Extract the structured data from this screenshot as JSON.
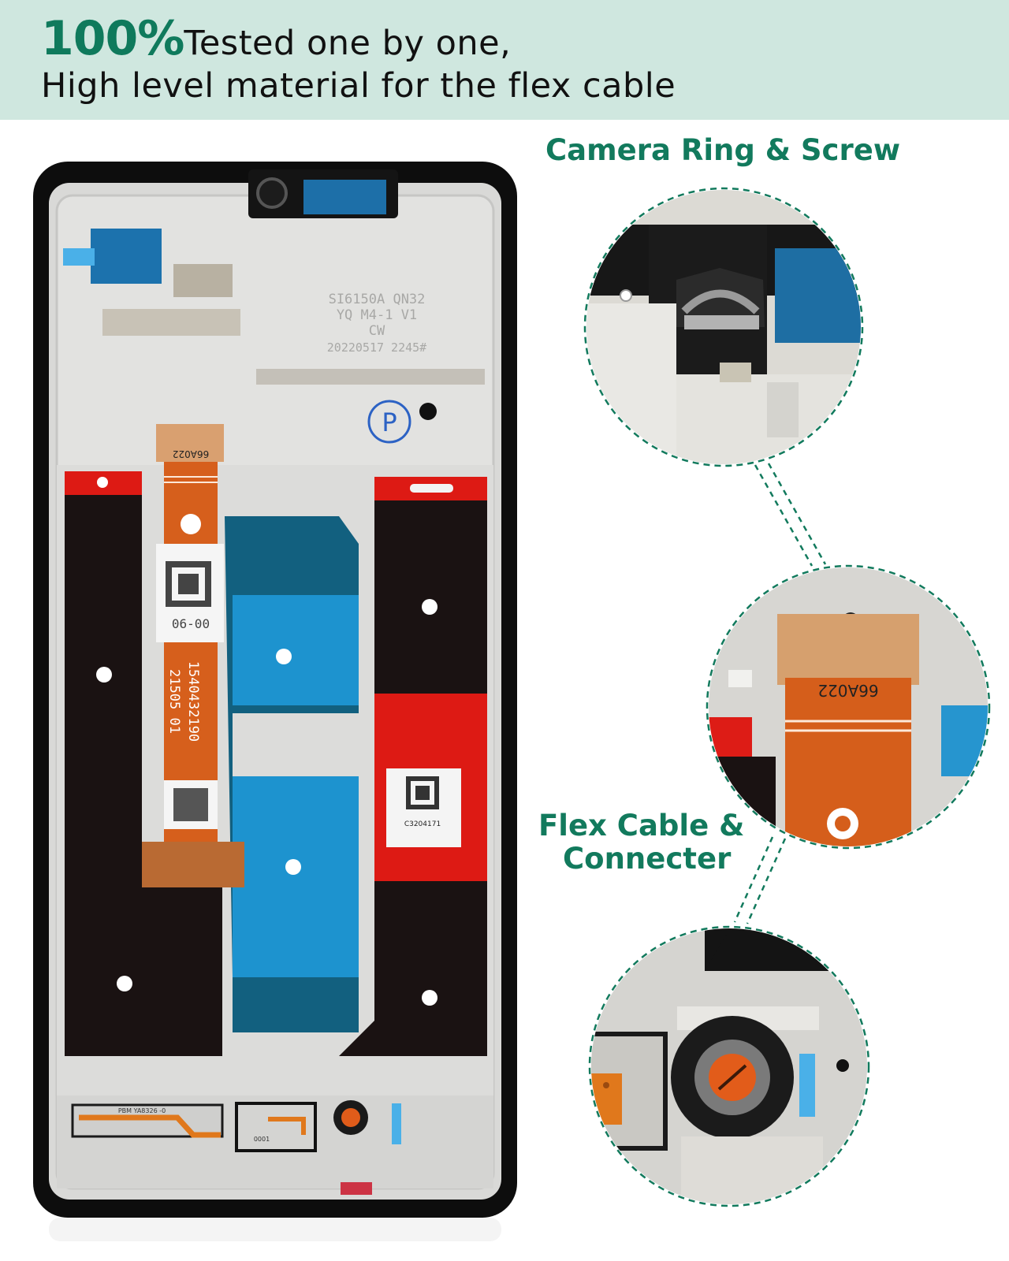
{
  "header": {
    "percent": "100%",
    "line1_rest": "Tested one by one,",
    "line2": "High level material for the flex cable"
  },
  "callouts": {
    "camera": "Camera Ring & Screw",
    "flex_line1": "Flex Cable &",
    "flex_line2": "Connecter"
  },
  "product_print": {
    "frame_line1": "SI6150A QN32",
    "frame_line2": "YQ M4-1 V1",
    "frame_line3": "CW",
    "frame_line4": "20220517 2245#",
    "flex_code": "66A022",
    "label_code": "06-00",
    "serial_1": "1540432190",
    "serial_2": "21505 01",
    "sticker_code": "C3204171",
    "bottom_flex_code": "PBM YA8326 -0",
    "bottom_code2": "0001"
  },
  "colors": {
    "accent_green": "#127a5d",
    "banner_bg": "#cfe7df"
  }
}
